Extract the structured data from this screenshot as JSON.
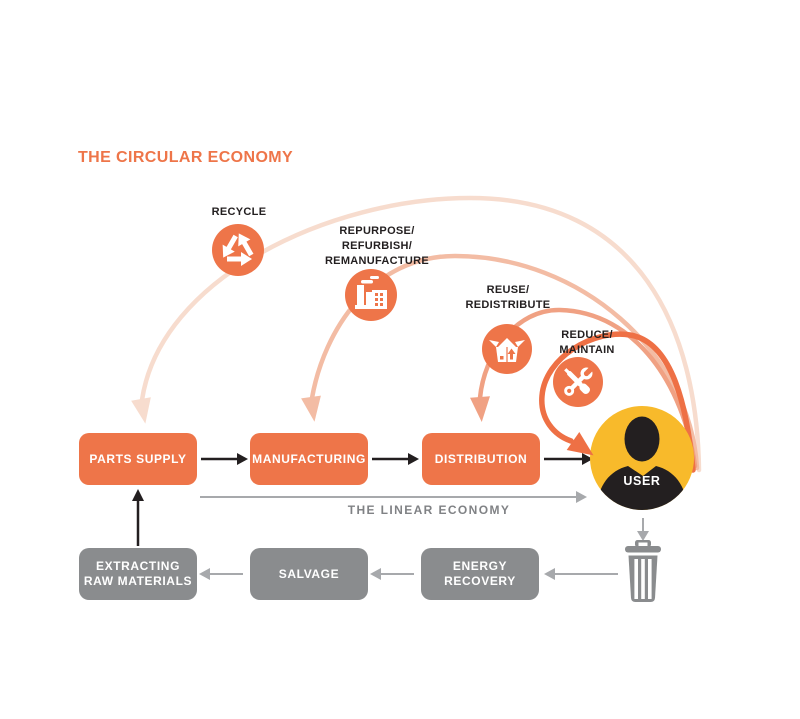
{
  "title": "THE CIRCULAR ECONOMY",
  "colors": {
    "orange": "#EE7549",
    "yellow": "#F8BA2B",
    "black": "#231F20",
    "gray_box": "#8A8C8E",
    "gray_arrow": "#A7A9AC",
    "gray_text": "#808285",
    "arc_recycle": "#F7DCCE",
    "arc_repurpose": "#F3BCA4",
    "arc_reuse": "#F0A183",
    "arc_reduce": "#EE7045"
  },
  "loops": [
    {
      "lines": [
        "RECYCLE"
      ],
      "icon": "recycle-icon",
      "arrow_to": "PARTS SUPPLY"
    },
    {
      "lines": [
        "REPURPOSE/",
        "REFURBISH/",
        "REMANUFACTURE"
      ],
      "icon": "factory-icon",
      "arrow_to": "MANUFACTURING"
    },
    {
      "lines": [
        "REUSE/",
        "REDISTRIBUTE"
      ],
      "icon": "open-box-icon",
      "arrow_to": "DISTRIBUTION"
    },
    {
      "lines": [
        "REDUCE/",
        "MAINTAIN"
      ],
      "icon": "tools-icon",
      "arrow_to": "USER"
    }
  ],
  "linear_flow": {
    "boxes": [
      "PARTS SUPPLY",
      "MANUFACTURING",
      "DISTRIBUTION"
    ],
    "user": "USER",
    "label": "THE LINEAR ECONOMY"
  },
  "recovery_flow": {
    "boxes": [
      "EXTRACTING RAW MATERIALS",
      "SALVAGE",
      "ENERGY RECOVERY"
    ]
  }
}
